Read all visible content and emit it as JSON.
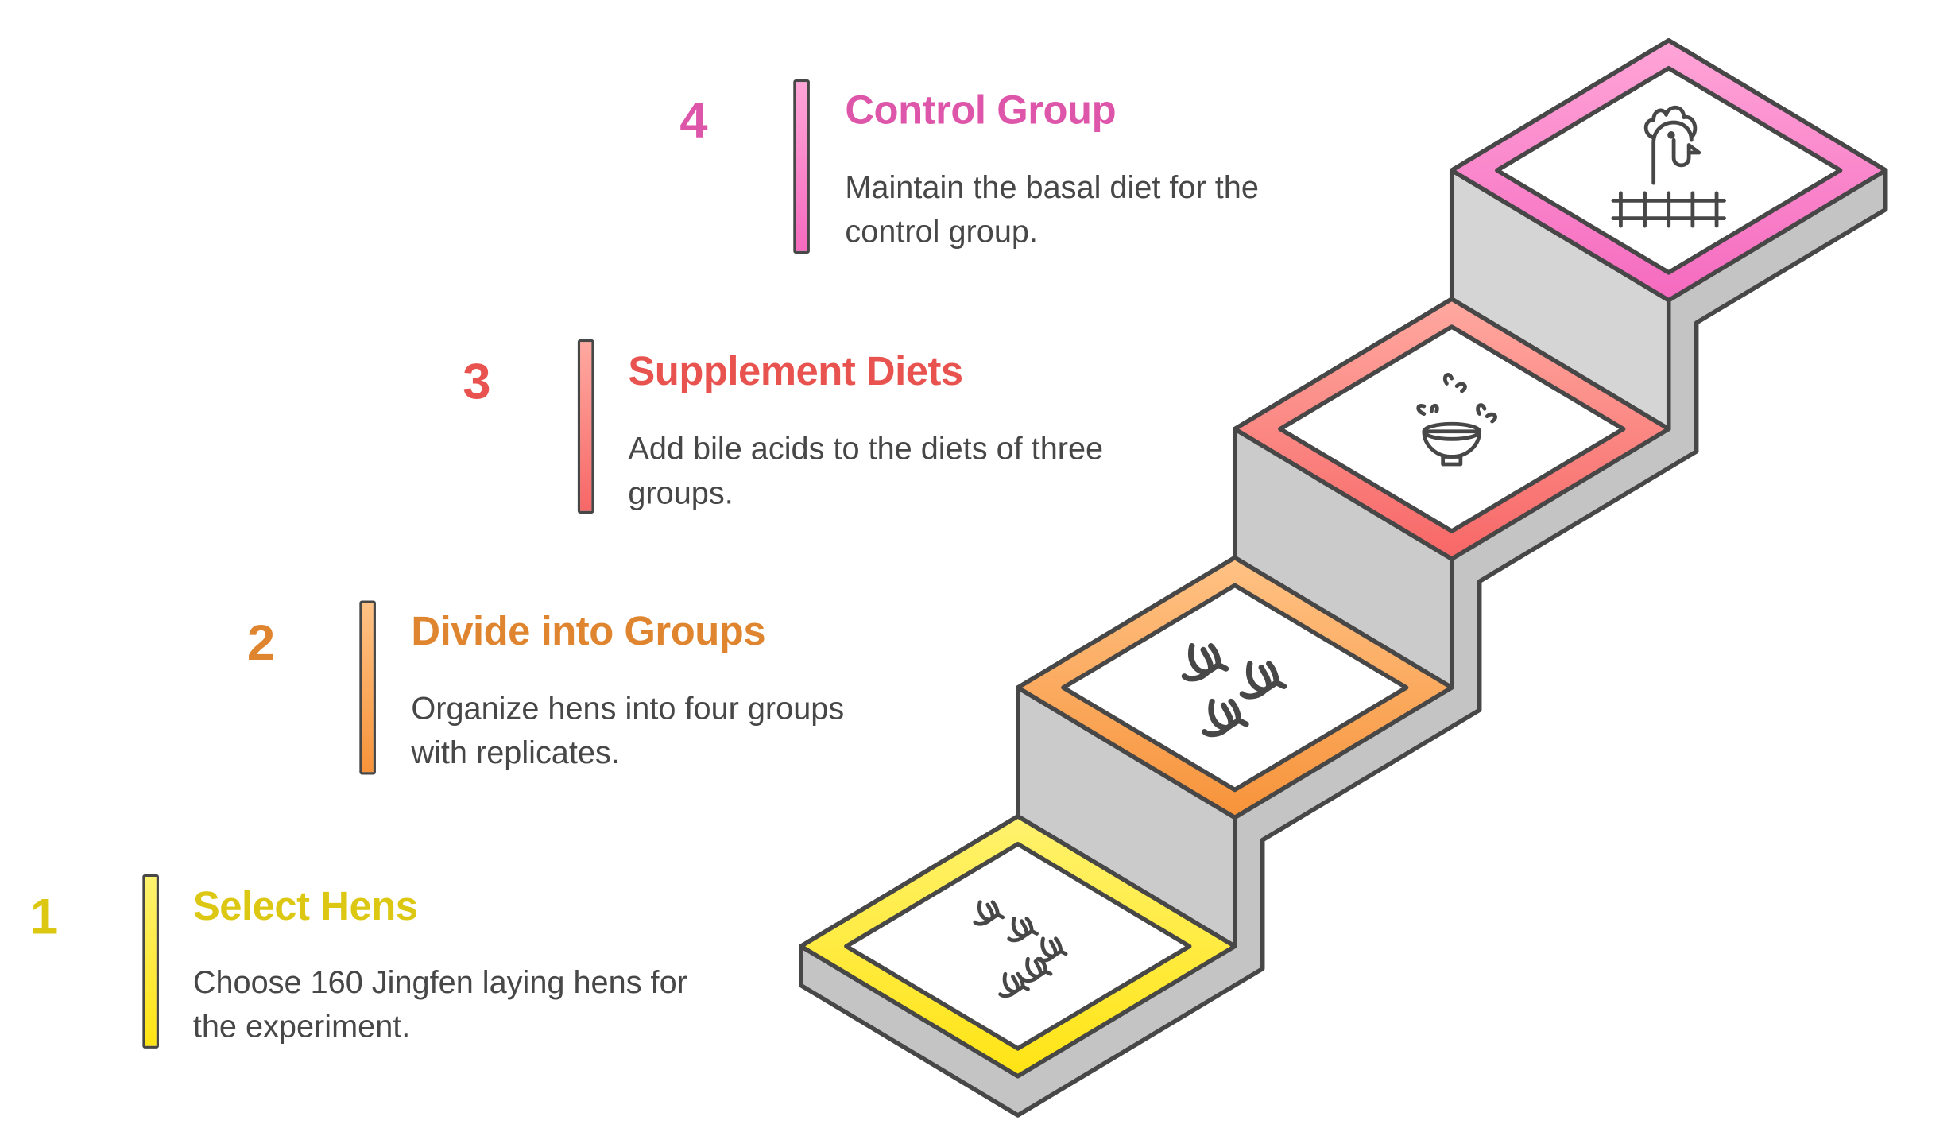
{
  "steps": [
    {
      "number": "1",
      "title": "Select Hens",
      "description_lines": [
        "Choose 160 Jingfen laying hens for",
        "the experiment."
      ],
      "color": "#DCC812",
      "grad_top": "#FFF26E",
      "grad_bottom": "#FFE414",
      "icon": "birds-flock-icon"
    },
    {
      "number": "2",
      "title": "Divide into Groups",
      "description_lines": [
        "Organize hens into four groups",
        "with replicates."
      ],
      "color": "#E0852F",
      "grad_top": "#FFC285",
      "grad_bottom": "#F7933A",
      "icon": "birds-groups-icon"
    },
    {
      "number": "3",
      "title": "Supplement Diets",
      "description_lines": [
        "Add bile acids to the diets of three",
        "groups."
      ],
      "color": "#E8524F",
      "grad_top": "#FFA9A0",
      "grad_bottom": "#F76767",
      "icon": "bowl-seeds-icon"
    },
    {
      "number": "4",
      "title": "Control Group",
      "description_lines": [
        "Maintain the basal diet for the",
        "control group."
      ],
      "color": "#DE56A9",
      "grad_top": "#FFA5D8",
      "grad_bottom": "#F56ABF",
      "icon": "chicken-fence-icon"
    }
  ]
}
